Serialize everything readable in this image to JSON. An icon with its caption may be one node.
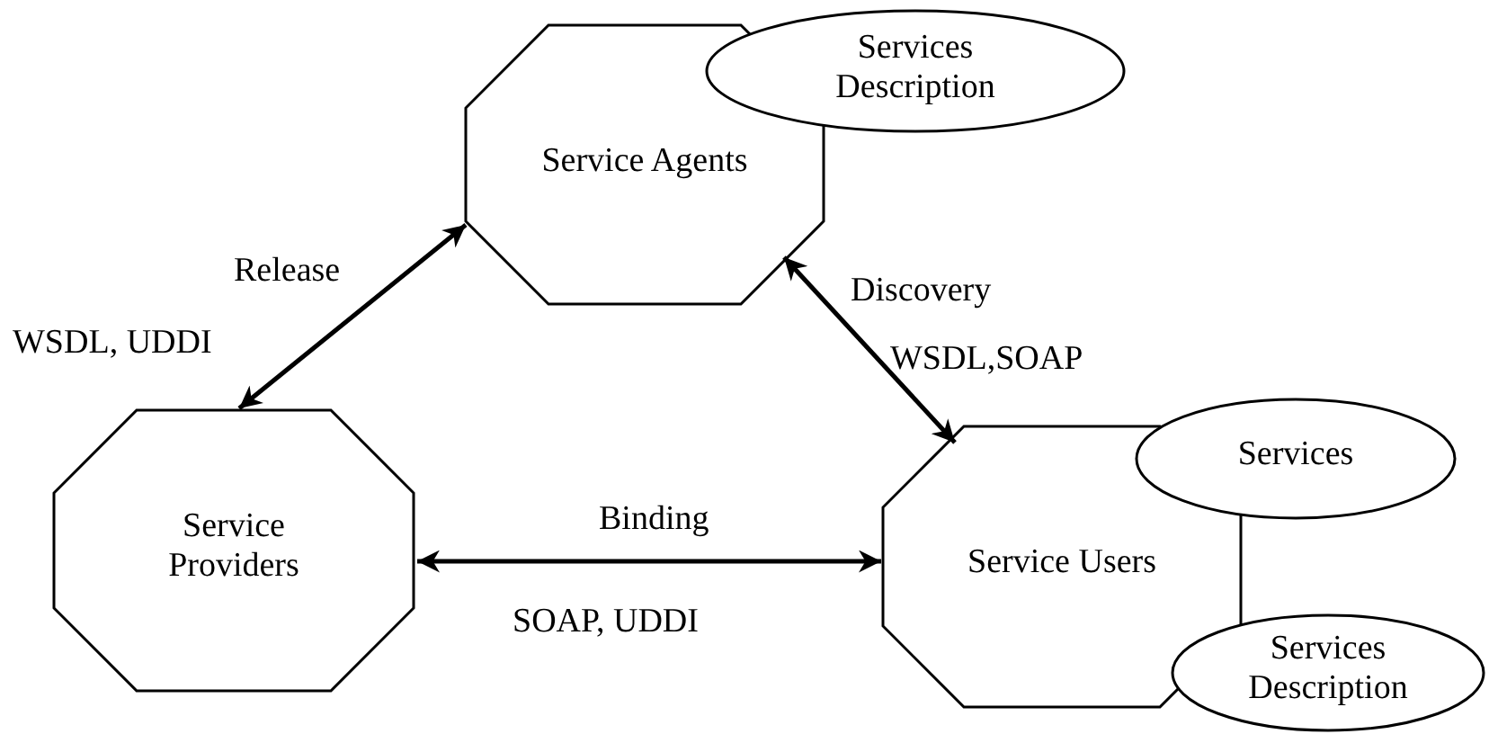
{
  "diagram": {
    "nodes": [
      {
        "text": [
          "Service Agents"
        ]
      },
      {
        "text": [
          "Services Description"
        ]
      },
      {
        "text": [
          "Service Providers"
        ]
      },
      {
        "text": [
          "Service Users"
        ]
      },
      {
        "text": [
          "Services"
        ]
      },
      {
        "text": [
          "Services Description"
        ]
      }
    ],
    "edges": [
      {
        "from": 2,
        "to": 0,
        "arrow": "both",
        "label": "Release"
      },
      {
        "from": 0,
        "to": 3,
        "arrow": "both",
        "label": "Discovery"
      },
      {
        "from": 2,
        "to": 3,
        "arrow": "both",
        "label": "Binding"
      }
    ],
    "labels": [
      "WSDL, UDDI",
      "WSDL,SOAP",
      "SOAP, UDDI"
    ]
  }
}
